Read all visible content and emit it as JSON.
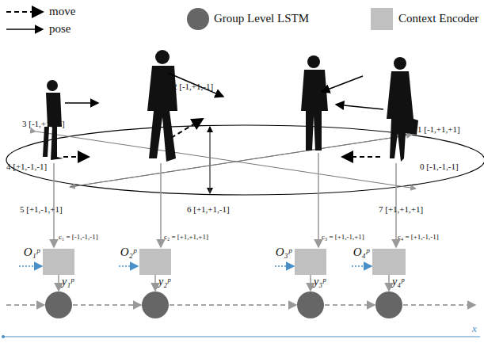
{
  "diagram": {
    "nodes": [
      {
        "text": [
          "O₁ᵖ"
        ]
      },
      {
        "text": [
          "O₂ᵖ"
        ]
      },
      {
        "text": [
          "O₃ᵖ"
        ]
      },
      {
        "text": [
          "O₄ᵖ"
        ]
      }
    ],
    "labels": [
      "3 [-1,+1,+1]",
      "2 [-1,+1,-1]",
      "1 [-1,+1,+1]",
      "4 [+1,-1,-1]",
      "0 [-1,-1,-1]",
      "5 [+1,-1,+1]",
      "6 [+1,+1,-1]",
      "7 [+1,+1,+1]",
      "c₁ = [-1,-1,-1]",
      "c₂ = [+1,+1,+1]",
      "c₃ = [+1,-1,+1]",
      "c₄ = [+1,-1,-1]",
      "y₁ᵖ",
      "y₂ᵖ",
      "y₃ᵖ",
      "y₄ᵖ",
      "x"
    ],
    "legend": [
      {
        "text": "move"
      },
      {
        "text": "pose"
      },
      {
        "text": "Group Level LSTM",
        "color": "#666666"
      },
      {
        "text": "Context Encoder",
        "color": "#c0c0c0"
      }
    ]
  }
}
